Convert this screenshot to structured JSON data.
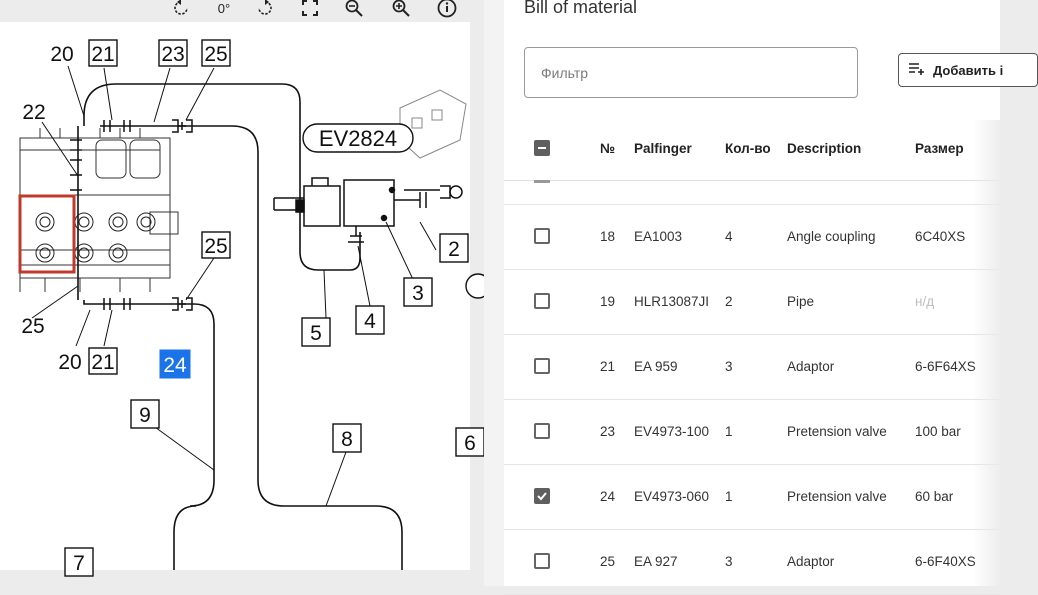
{
  "viewer": {
    "toolbar": {
      "rotate_left_icon": "rotate-left-icon",
      "angle_label": "0°",
      "rotate_right_icon": "rotate-right-icon",
      "fit_icon": "fit-screen-icon",
      "zoom_out_icon": "zoom-out-icon",
      "zoom_in_icon": "zoom-in-icon",
      "info_icon": "info-icon"
    },
    "drawing": {
      "tag_label": "EV2824",
      "callouts": [
        "20",
        "21",
        "23",
        "25",
        "22",
        "2",
        "3",
        "4",
        "5",
        "25",
        "25",
        "20",
        "21",
        "24",
        "9",
        "8",
        "7",
        "6"
      ],
      "highlighted_callout": "24",
      "highlight_color": "#1a73e8",
      "frame_color": "#c0392b"
    }
  },
  "bom": {
    "title": "Bill of material",
    "filter_placeholder": "Фильтр",
    "add_button_label": "Добавить i",
    "columns": [
      "№",
      "Palfinger",
      "Кол-во",
      "Description",
      "Размер"
    ],
    "rows": [
      {
        "num": "18",
        "part": "EA1003",
        "qty": "4",
        "desc": "Angle coupling",
        "size": "6C40XS",
        "checked": false
      },
      {
        "num": "19",
        "part": "HLR13087JI",
        "qty": "2",
        "desc": "Pipe",
        "size": "н/д",
        "checked": false
      },
      {
        "num": "21",
        "part": "EA 959",
        "qty": "3",
        "desc": "Adaptor",
        "size": "6-6F64XS",
        "checked": false
      },
      {
        "num": "23",
        "part": "EV4973-100",
        "qty": "1",
        "desc": "Pretension valve",
        "size": "100 bar",
        "checked": false
      },
      {
        "num": "24",
        "part": "EV4973-060",
        "qty": "1",
        "desc": "Pretension valve",
        "size": "60 bar",
        "checked": true
      },
      {
        "num": "25",
        "part": "EA 927",
        "qty": "3",
        "desc": "Adaptor",
        "size": "6-6F40XS",
        "checked": false
      }
    ]
  }
}
